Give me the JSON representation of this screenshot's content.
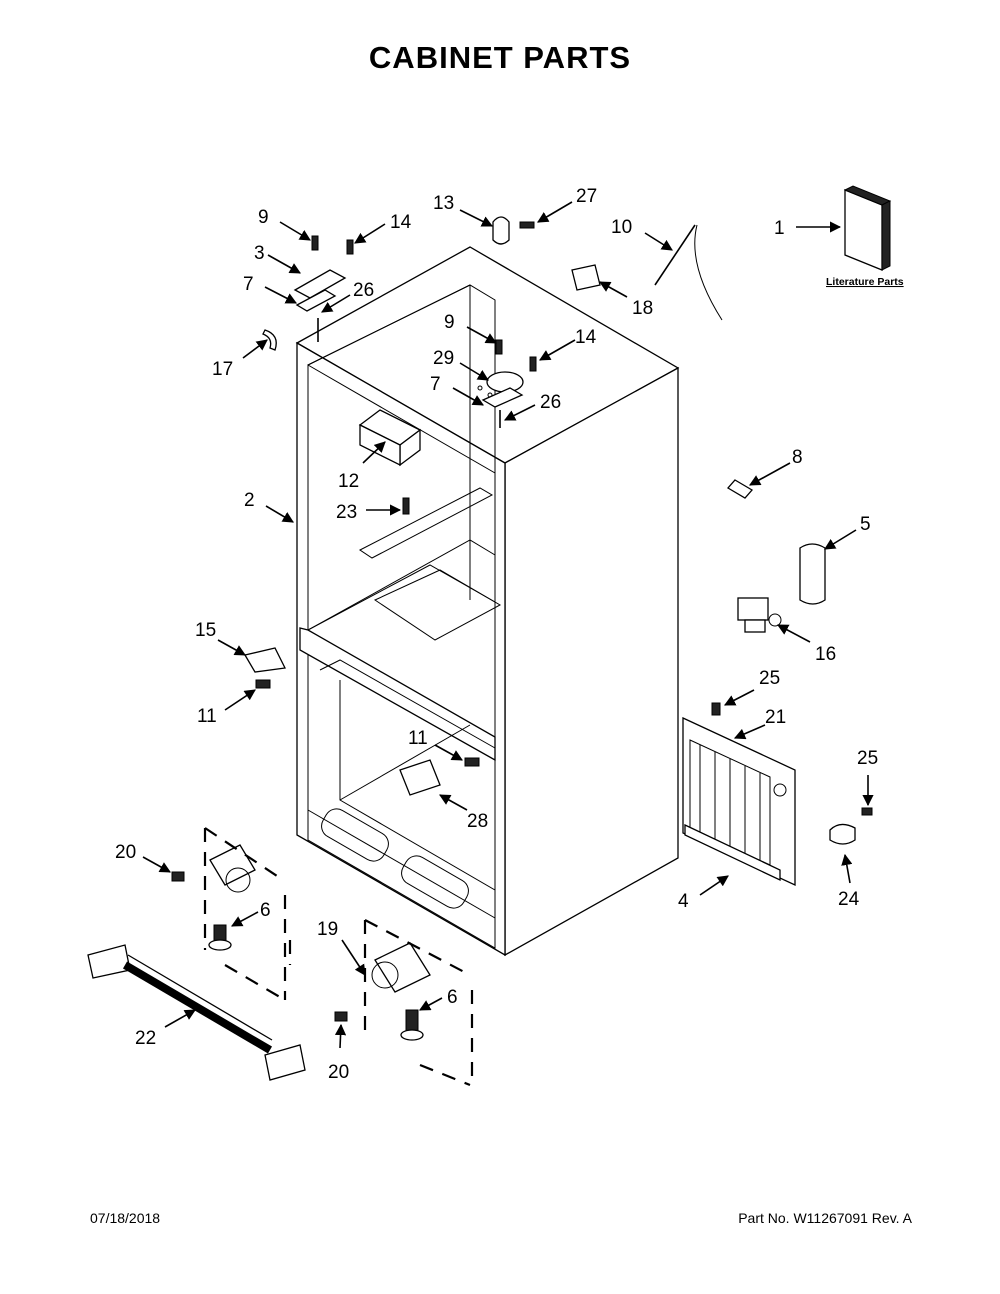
{
  "title": "CABINET PARTS",
  "literature_label": "Literature Parts",
  "footer": {
    "date": "07/18/2018",
    "part_number": "Part No.  W11267091  Rev.  A"
  },
  "callouts": {
    "c1": "1",
    "c2": "2",
    "c3": "3",
    "c4": "4",
    "c5": "5",
    "c6a": "6",
    "c6b": "6",
    "c7a": "7",
    "c7b": "7",
    "c8": "8",
    "c9a": "9",
    "c9b": "9",
    "c10": "10",
    "c11a": "11",
    "c11b": "11",
    "c12": "12",
    "c13": "13",
    "c14a": "14",
    "c14b": "14",
    "c15": "15",
    "c16": "16",
    "c17": "17",
    "c18": "18",
    "c19": "19",
    "c20a": "20",
    "c20b": "20",
    "c21": "21",
    "c22": "22",
    "c23": "23",
    "c24": "24",
    "c25a": "25",
    "c25b": "25",
    "c26a": "26",
    "c26b": "26",
    "c27": "27",
    "c28": "28",
    "c29": "29"
  }
}
